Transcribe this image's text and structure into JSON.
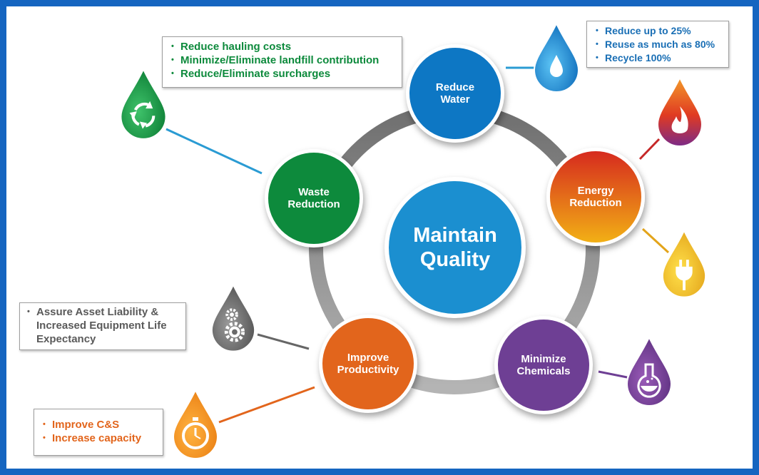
{
  "center": {
    "line1": "Maintain",
    "line2": "Quality",
    "color": "#1b8fd0"
  },
  "nodes": {
    "reduce_water": {
      "line1": "Reduce",
      "line2": "Water",
      "color": "#0d77c4"
    },
    "energy_reduction": {
      "line1": "Energy",
      "line2": "Reduction",
      "color_top": "#d62a1e",
      "color_bottom": "#f2b015"
    },
    "minimize_chemicals": {
      "line1": "Minimize",
      "line2": "Chemicals",
      "color": "#6e3f94"
    },
    "improve_productivity": {
      "line1": "Improve",
      "line2": "Productivity",
      "color": "#e2651c"
    },
    "waste_reduction": {
      "line1": "Waste",
      "line2": "Reduction",
      "color": "#0d8a3c"
    }
  },
  "callouts": {
    "water": {
      "color": "#1a6fb5",
      "items": [
        "Reduce up to 25%",
        "Reuse as much  as 80%",
        "Recycle 100%"
      ]
    },
    "waste": {
      "color": "#0d8a3c",
      "items": [
        "Reduce hauling costs",
        "Minimize/Eliminate  landfill contribution",
        "Reduce/Eliminate surcharges"
      ]
    },
    "asset": {
      "color": "#5a5a5a",
      "items": [
        "Assure Asset Liability &",
        "Increased Equipment Life",
        "Expectancy"
      ]
    },
    "productivity": {
      "color": "#e2651c",
      "items": [
        "Improve C&S",
        "Increase capacity"
      ]
    }
  },
  "icons": {
    "water": "water-drop-icon",
    "fire": "flame-icon",
    "plug": "power-plug-icon",
    "flask": "chemistry-flask-icon",
    "gear": "gears-icon",
    "stopwatch": "stopwatch-icon",
    "recycle": "recycle-icon"
  }
}
